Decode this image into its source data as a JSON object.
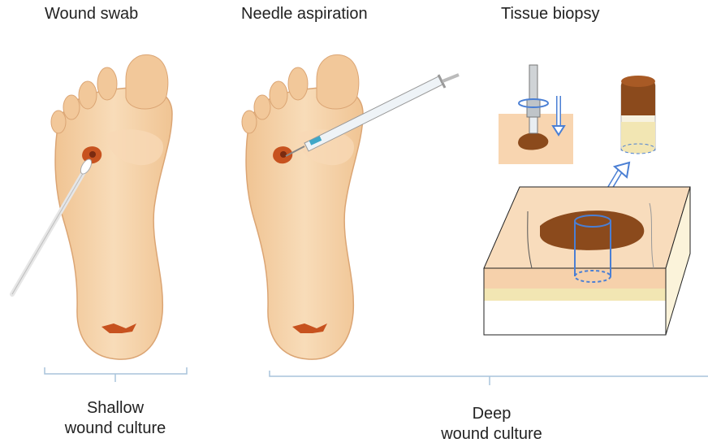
{
  "titles": {
    "wound_swab": "Wound swab",
    "needle_aspiration": "Needle aspiration",
    "tissue_biopsy": "Tissue biopsy"
  },
  "captions": {
    "shallow_line1": "Shallow",
    "shallow_line2": "wound culture",
    "deep_line1": "Deep",
    "deep_line2": "wound culture"
  },
  "colors": {
    "skin": "#f5d2a8",
    "skin_outline": "#d9a777",
    "wound": "#b8401e",
    "tissue_brown": "#8b4a1c",
    "fat": "#f2e6b3",
    "bracket": "#a8c4dc",
    "arrow": "#4a7fd4"
  }
}
